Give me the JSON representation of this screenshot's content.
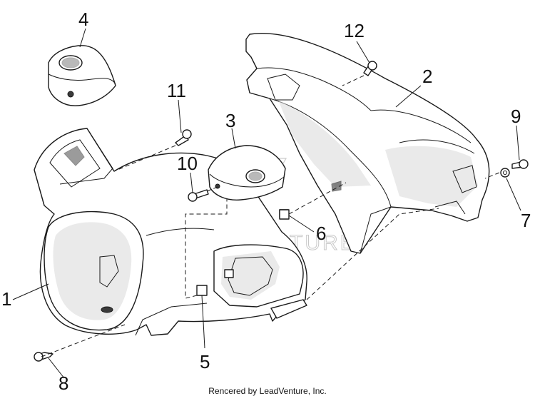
{
  "callouts": {
    "c1": "1",
    "c2": "2",
    "c3": "3",
    "c4": "4",
    "c5": "5",
    "c6": "6",
    "c7": "7",
    "c8": "8",
    "c9": "9",
    "c10": "10",
    "c11": "11",
    "c12": "12"
  },
  "watermark": "LEADVENTURE",
  "credit": "Rencered by LeadVenture, Inc."
}
